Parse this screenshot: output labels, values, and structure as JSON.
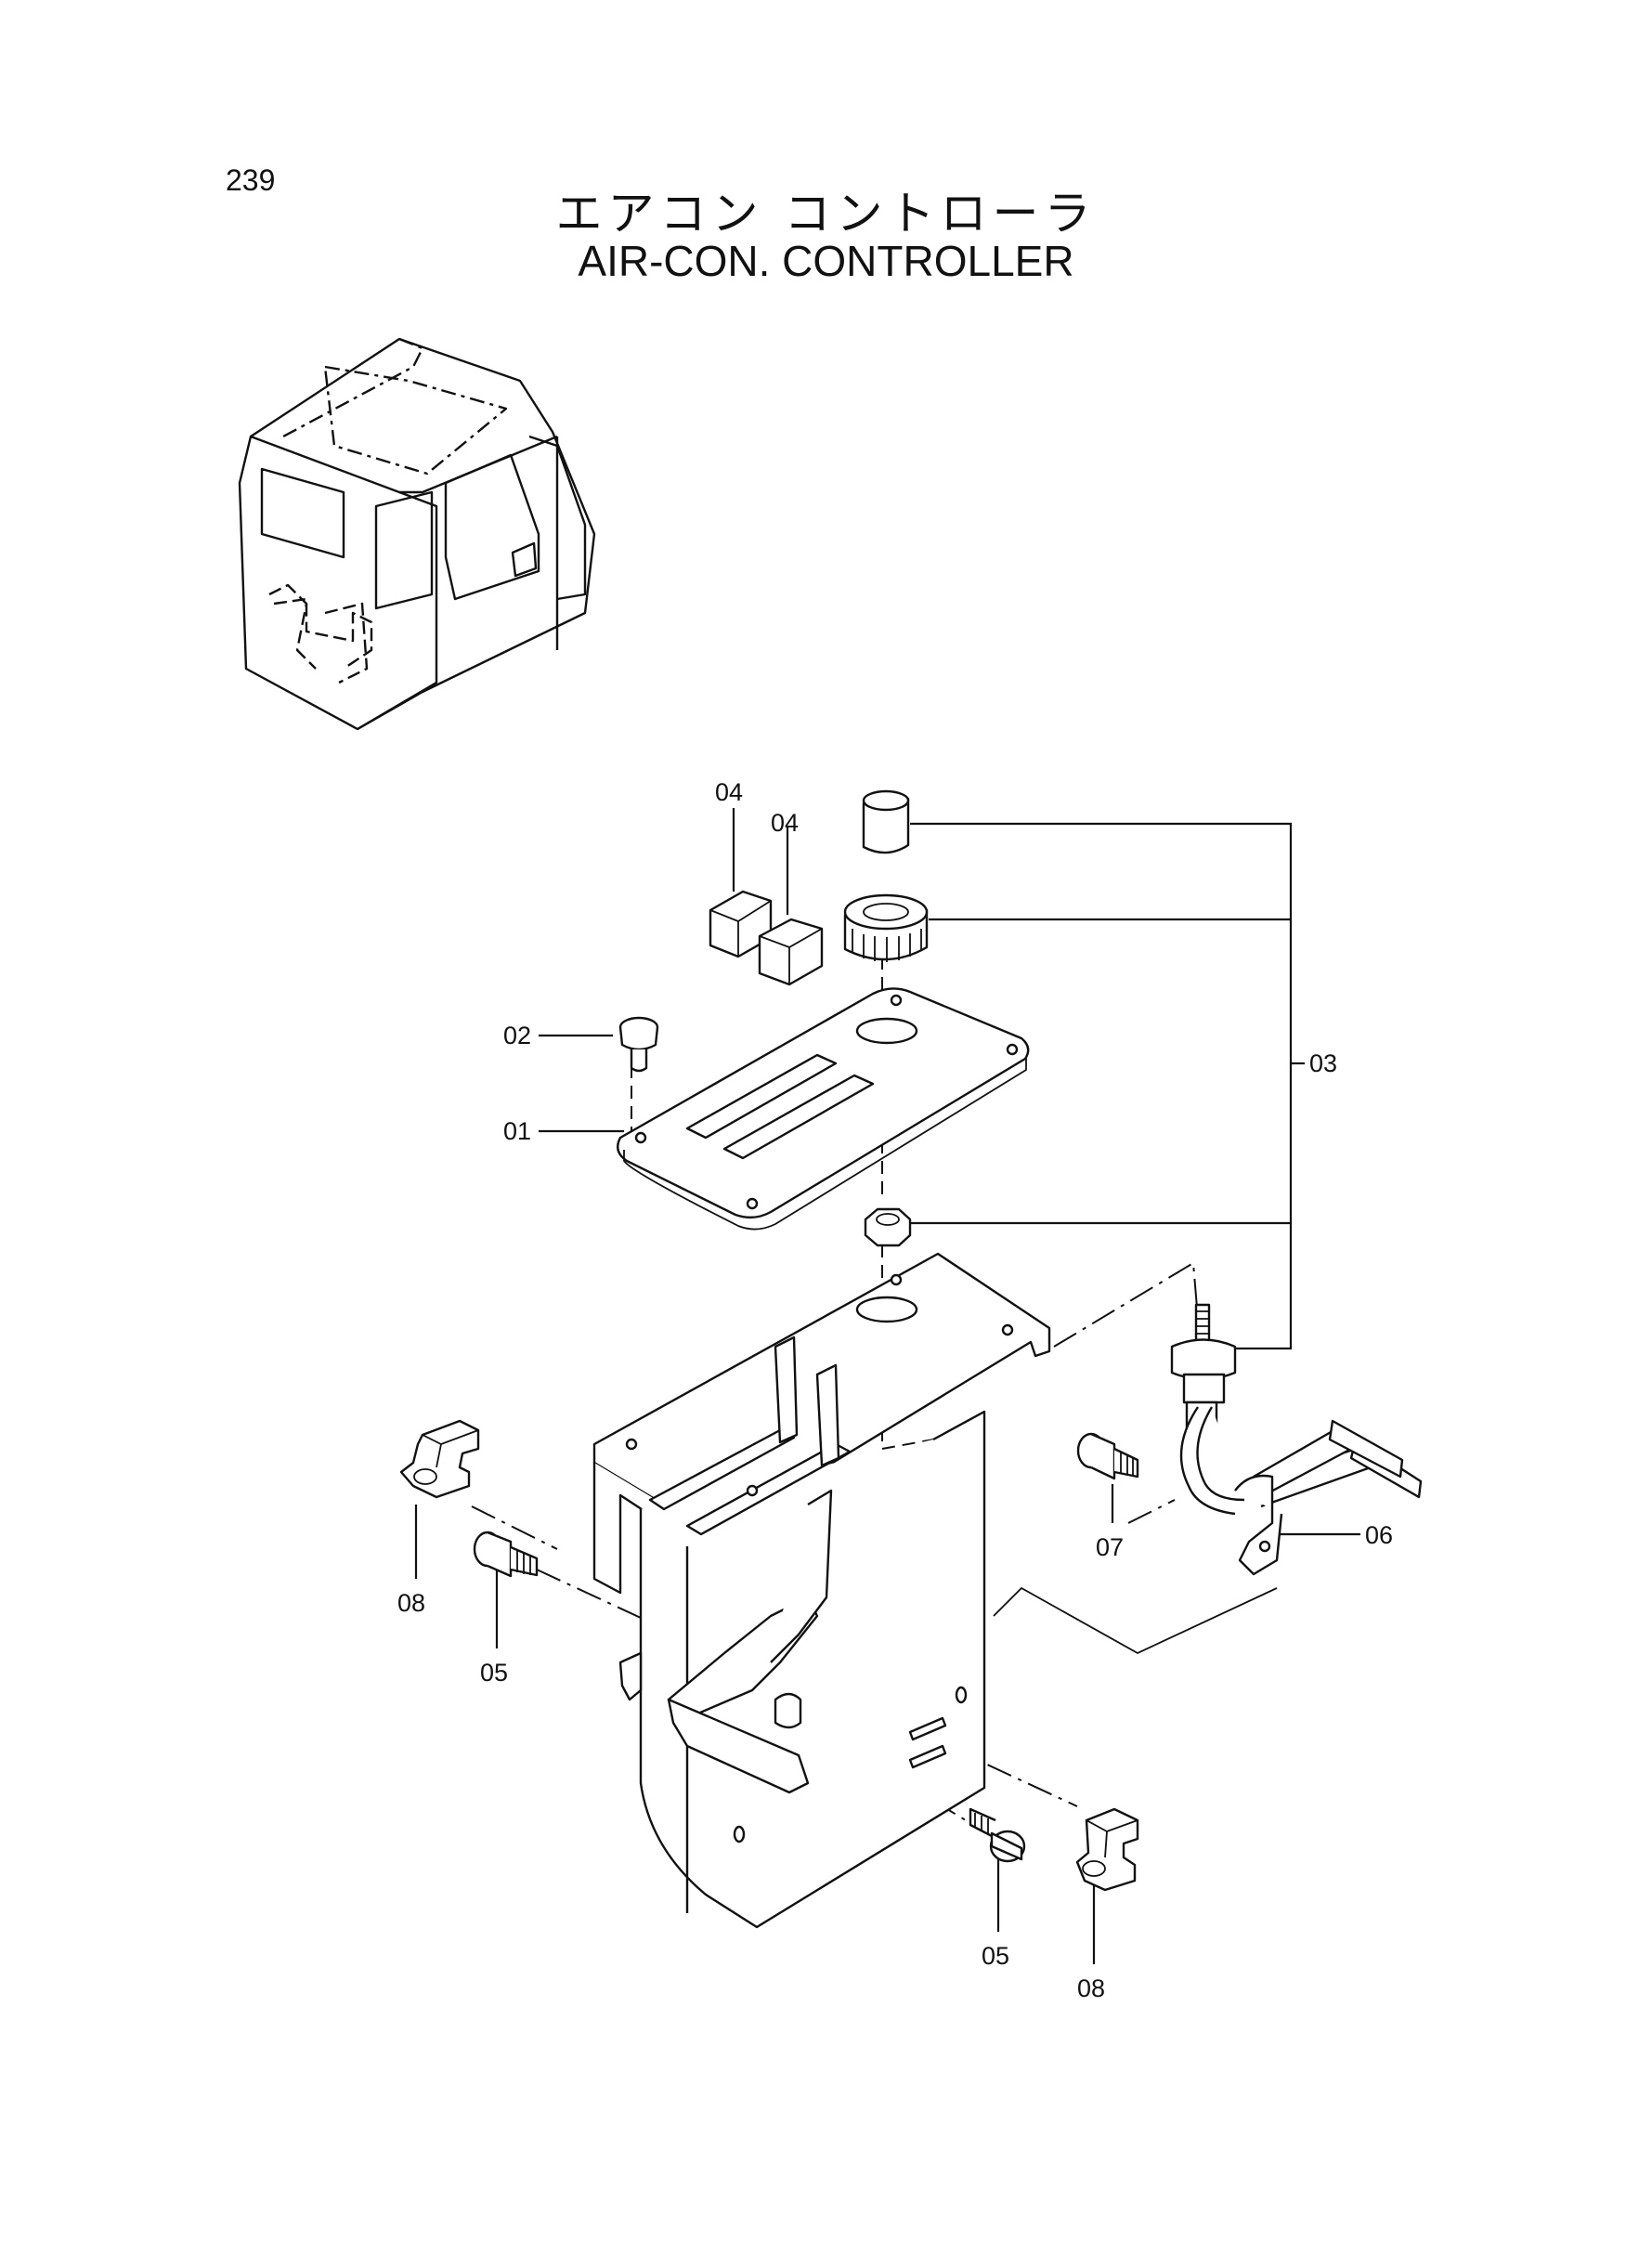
{
  "page_number": "239",
  "title_jp": "エアコン コントローラ",
  "title_en": "AIR-CON. CONTROLLER",
  "callouts": [
    {
      "id": "c01",
      "label": "01"
    },
    {
      "id": "c02",
      "label": "02"
    },
    {
      "id": "c03",
      "label": "03"
    },
    {
      "id": "c04a",
      "label": "04"
    },
    {
      "id": "c04b",
      "label": "04"
    },
    {
      "id": "c05a",
      "label": "05"
    },
    {
      "id": "c05b",
      "label": "05"
    },
    {
      "id": "c06",
      "label": "06"
    },
    {
      "id": "c07",
      "label": "07"
    },
    {
      "id": "c08a",
      "label": "08"
    },
    {
      "id": "c08b",
      "label": "08"
    }
  ]
}
